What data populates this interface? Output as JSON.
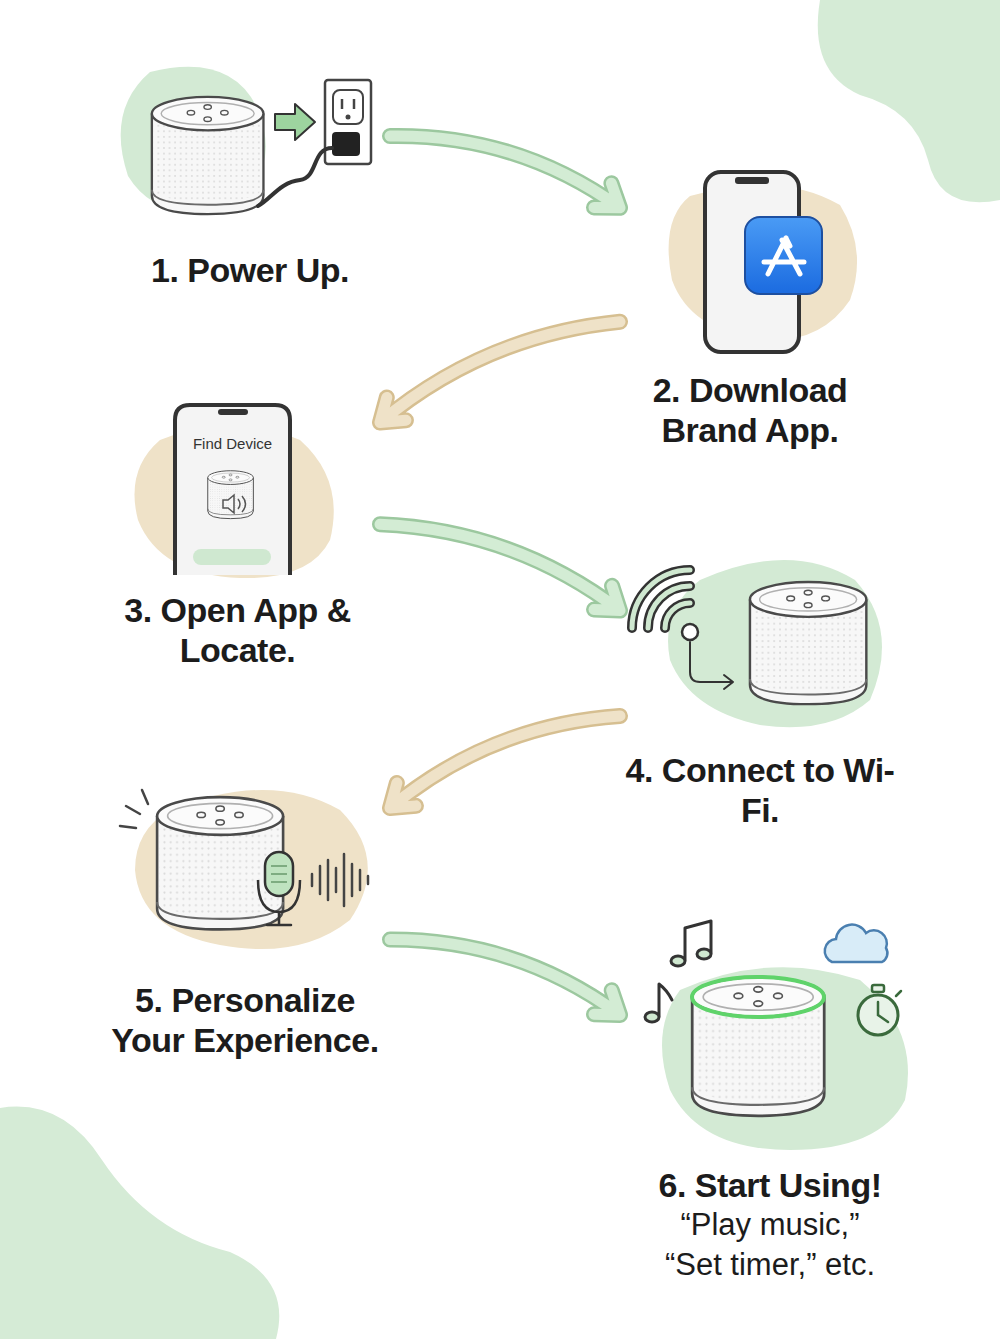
{
  "diagram": {
    "nodes": [
      {
        "text": [
          "1. Power Up."
        ]
      },
      {
        "text": [
          "2. Download Brand App."
        ]
      },
      {
        "text": [
          "3. Open App & Locate."
        ]
      },
      {
        "text": [
          "4. Connect to Wi-Fi."
        ]
      },
      {
        "text": [
          "5. Personalize Your Experience."
        ]
      },
      {
        "text": [
          "6. Start Using!",
          "“Play music,” “Set timer,” etc."
        ]
      }
    ],
    "edges": [
      {
        "from": 0,
        "to": 1,
        "arrow": "to"
      },
      {
        "from": 1,
        "to": 2,
        "arrow": "to"
      },
      {
        "from": 2,
        "to": 3,
        "arrow": "to"
      },
      {
        "from": 3,
        "to": 4,
        "arrow": "to"
      },
      {
        "from": 4,
        "to": 5,
        "arrow": "to"
      }
    ],
    "labels": [
      "Find Device"
    ]
  }
}
